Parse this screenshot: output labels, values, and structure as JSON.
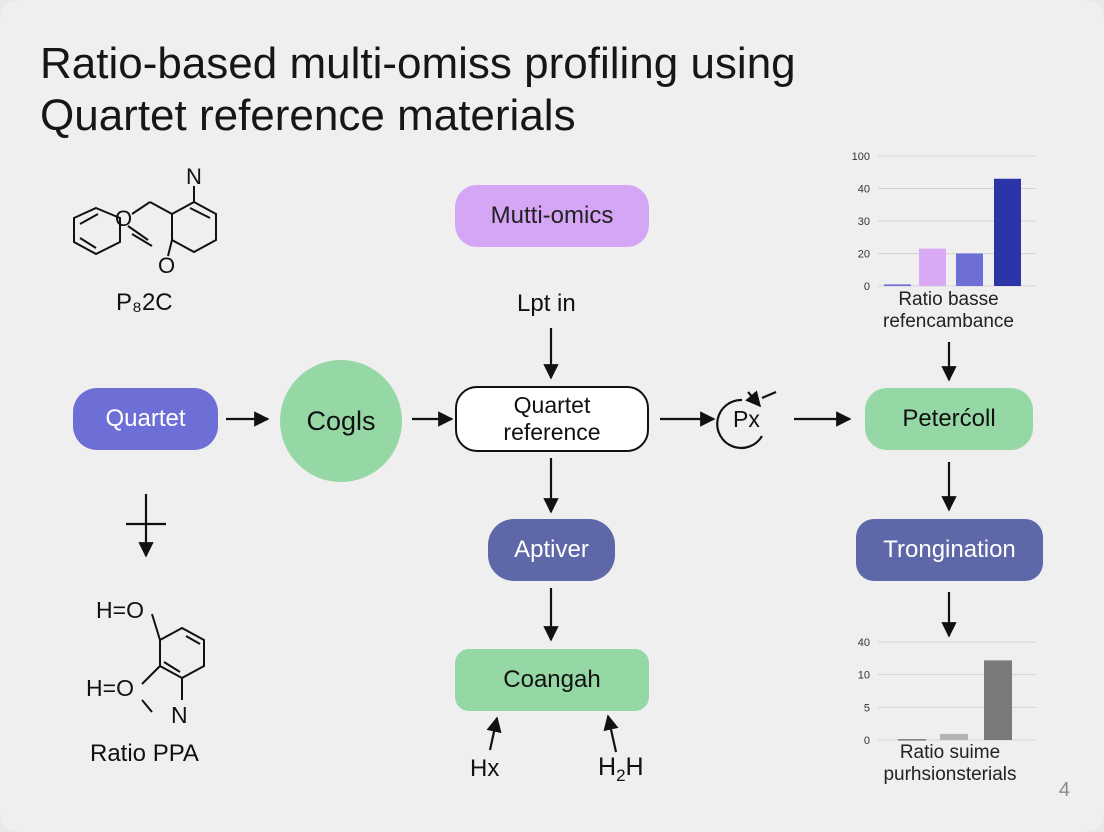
{
  "slide": {
    "title_line1": "Ratio-based multi-omiss profiling using",
    "title_line2": "Quartet reference materials",
    "page_number": "4"
  },
  "nodes": {
    "multi_omics": "Mutti-omics",
    "input": "Lpt in",
    "quartet": "Quartet",
    "cogls": "Cogls",
    "quartet_reference_line1": "Quartet",
    "quartet_reference_line2": "reference",
    "px": "Px",
    "peterfoll": "Peterćoll",
    "aptiver": "Aptiver",
    "trongination": "Trongination",
    "coangah": "Coangah",
    "hx": "Hx",
    "h2h_main": "H",
    "h2h_sub": "2",
    "h2h_end": "H"
  },
  "molecules": {
    "top_label": "P₈2C",
    "top_atom_n": "N",
    "top_atom_o1": "O",
    "top_atom_o2": "O",
    "bottom_label": "Ratio PPA",
    "bottom_atom_h1": "H",
    "bottom_atom_o1": "O",
    "bottom_atom_h2": "H",
    "bottom_atom_o2": "O",
    "bottom_atom_n": "N"
  },
  "colors": {
    "lavender": "#d4a6f5",
    "indigo": "#6d6fd6",
    "green": "#96d8a5",
    "slate": "#5e67a7",
    "bar_dark_blue": "#2c35a8",
    "bar_lavender": "#d9a9f4",
    "bar_periwinkle": "#6d6fd6",
    "bar_gray_dark": "#7a7a7a",
    "bar_gray_light": "#b4b4b4"
  },
  "chart_data": [
    {
      "type": "bar",
      "caption_line1": "Ratio basse",
      "caption_line2": "refencambance",
      "tick_labels": [
        "0",
        "20",
        "30",
        "40",
        "100"
      ],
      "values": [
        1,
        23,
        20,
        66
      ],
      "ylim": [
        0,
        80
      ],
      "grid": true
    },
    {
      "type": "bar",
      "caption_line1": "Ratio suime",
      "caption_line2": "purhsionsterials",
      "tick_labels": [
        "0",
        "5",
        "10",
        "40"
      ],
      "values": [
        0.3,
        2,
        26
      ],
      "ylim": [
        0,
        32
      ],
      "grid": true
    }
  ]
}
